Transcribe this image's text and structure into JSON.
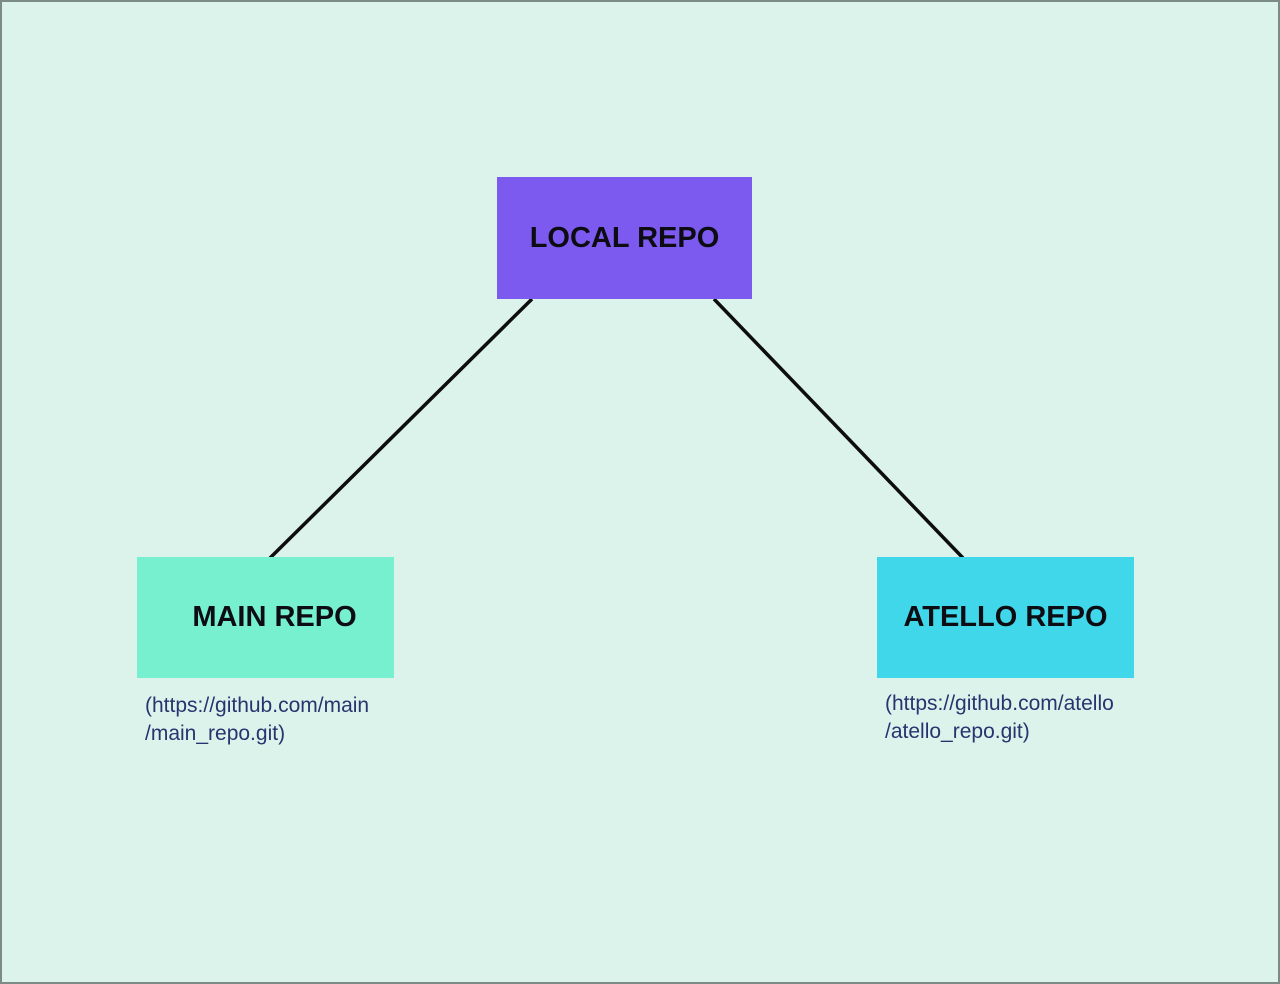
{
  "diagram": {
    "background_color": "#dcf3ec",
    "frame_border_color": "#7d8b88",
    "connector_color": "#0d0d0d",
    "caption_color": "#26356e",
    "nodes": {
      "local": {
        "label": "LOCAL REPO",
        "color": "#7c5af0"
      },
      "main": {
        "label": "MAIN REPO",
        "color": "#77f0d0",
        "caption": {
          "line1": "(https://github.com/main",
          "line2": "/main_repo.git)"
        }
      },
      "atello": {
        "label": "ATELLO REPO",
        "color": "#3fd7e9",
        "caption": {
          "line1": "(https://github.com/atello",
          "line2": "/atello_repo.git)"
        }
      }
    },
    "connections": [
      {
        "from": "local",
        "to": "main"
      },
      {
        "from": "local",
        "to": "atello"
      }
    ]
  }
}
